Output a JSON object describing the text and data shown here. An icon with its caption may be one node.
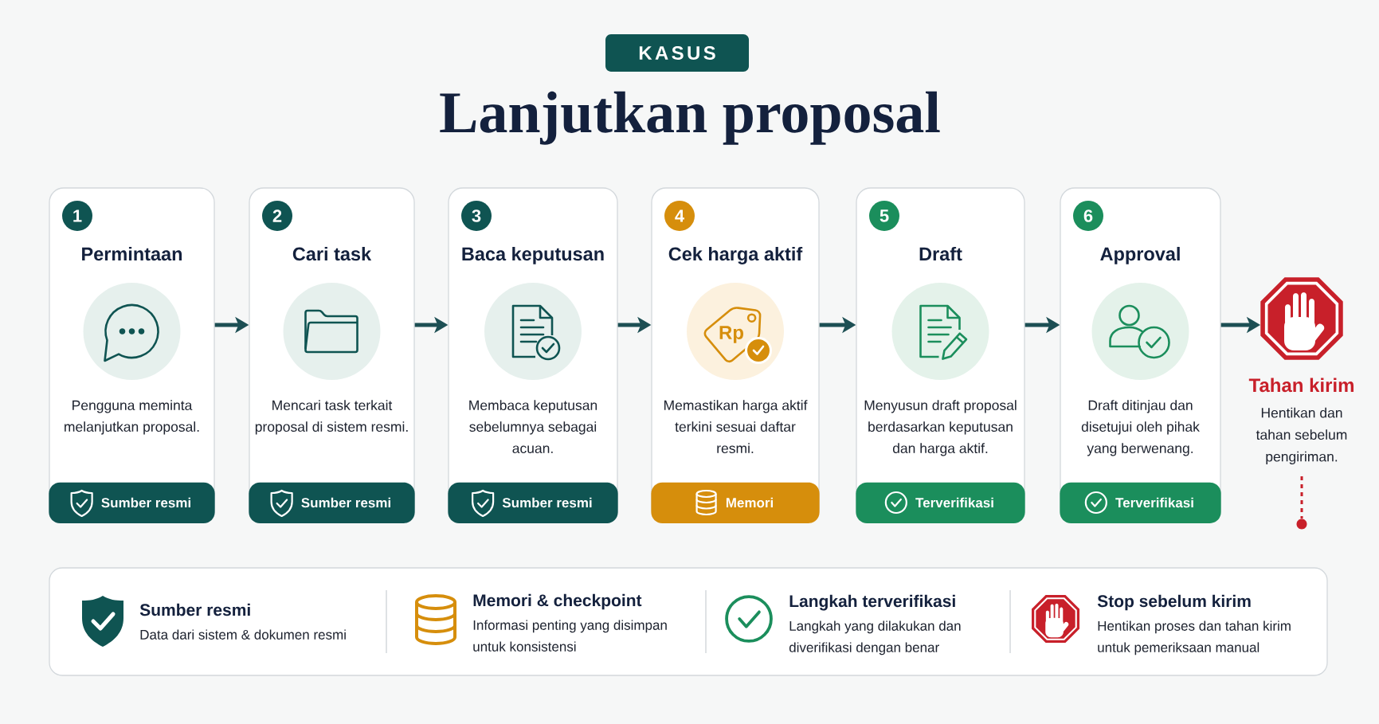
{
  "diagram": {
    "title": "Lanjutkan proposal",
    "nodes": [
      {
        "text": [
          "KASUS"
        ]
      },
      {
        "text": [
          "Permintaan",
          "Pengguna meminta melanjutkan proposal."
        ]
      },
      {
        "text": [
          "1"
        ],
        "in": 1
      },
      {
        "text": [
          "Sumber resmi"
        ],
        "in": 1
      },
      {
        "text": [
          "Cari task",
          "Mencari task terkait proposal di sistem resmi."
        ]
      },
      {
        "text": [
          "2"
        ],
        "in": 4
      },
      {
        "text": [
          "Sumber resmi"
        ],
        "in": 4
      },
      {
        "text": [
          "Baca keputusan",
          "Membaca keputusan sebelumnya sebagai acuan."
        ]
      },
      {
        "text": [
          "3"
        ],
        "in": 7
      },
      {
        "text": [
          "Sumber resmi"
        ],
        "in": 7
      },
      {
        "text": [
          "Cek harga aktif",
          "Memastikan harga aktif terkini sesuai daftar resmi."
        ]
      },
      {
        "text": [
          "4"
        ],
        "in": 10
      },
      {
        "text": [
          "Memori"
        ],
        "in": 10
      },
      {
        "text": [
          "Draft",
          "Menyusun draft proposal berdasarkan keputusan dan harga aktif."
        ]
      },
      {
        "text": [
          "5"
        ],
        "in": 13
      },
      {
        "text": [
          "Terverifikasi"
        ],
        "in": 13
      },
      {
        "text": [
          "Approval",
          "Draft ditinjau dan disetujui oleh pihak yang berwenang."
        ]
      },
      {
        "text": [
          "6"
        ],
        "in": 16
      },
      {
        "text": [
          "Terverifikasi"
        ],
        "in": 16
      },
      {
        "text": [
          "Tahan kirim",
          "Hentikan dan tahan sebelum pengiriman."
        ]
      },
      {
        "text": [],
        "shape": "circle"
      }
    ],
    "edges": [
      {
        "from": 1,
        "to": 4,
        "arrow": "to"
      },
      {
        "from": 4,
        "to": 7,
        "arrow": "to"
      },
      {
        "from": 7,
        "to": 10,
        "arrow": "to"
      },
      {
        "from": 10,
        "to": 13,
        "arrow": "to"
      },
      {
        "from": 13,
        "to": 16,
        "arrow": "to"
      },
      {
        "from": 16,
        "to": 19,
        "arrow": "to"
      },
      {
        "from": 19,
        "to": 20,
        "arrow": "none",
        "style": "dashed",
        "color": "#c8202a"
      }
    ],
    "labels": [
      "Rp",
      "Data dari sistem & dokumen resmi",
      "Informasi penting yang disimpan untuk konsistensi",
      "Langkah yang dilakukan dan diverifikasi dengan benar",
      "Hentikan proses dan tahan kirim untuk pemeriksaan manual"
    ],
    "legend": [
      {
        "text": "Sumber resmi"
      },
      {
        "text": "Memori & checkpoint"
      },
      {
        "text": "Langkah terverifikasi"
      },
      {
        "text": "Stop sebelum kirim"
      }
    ]
  }
}
